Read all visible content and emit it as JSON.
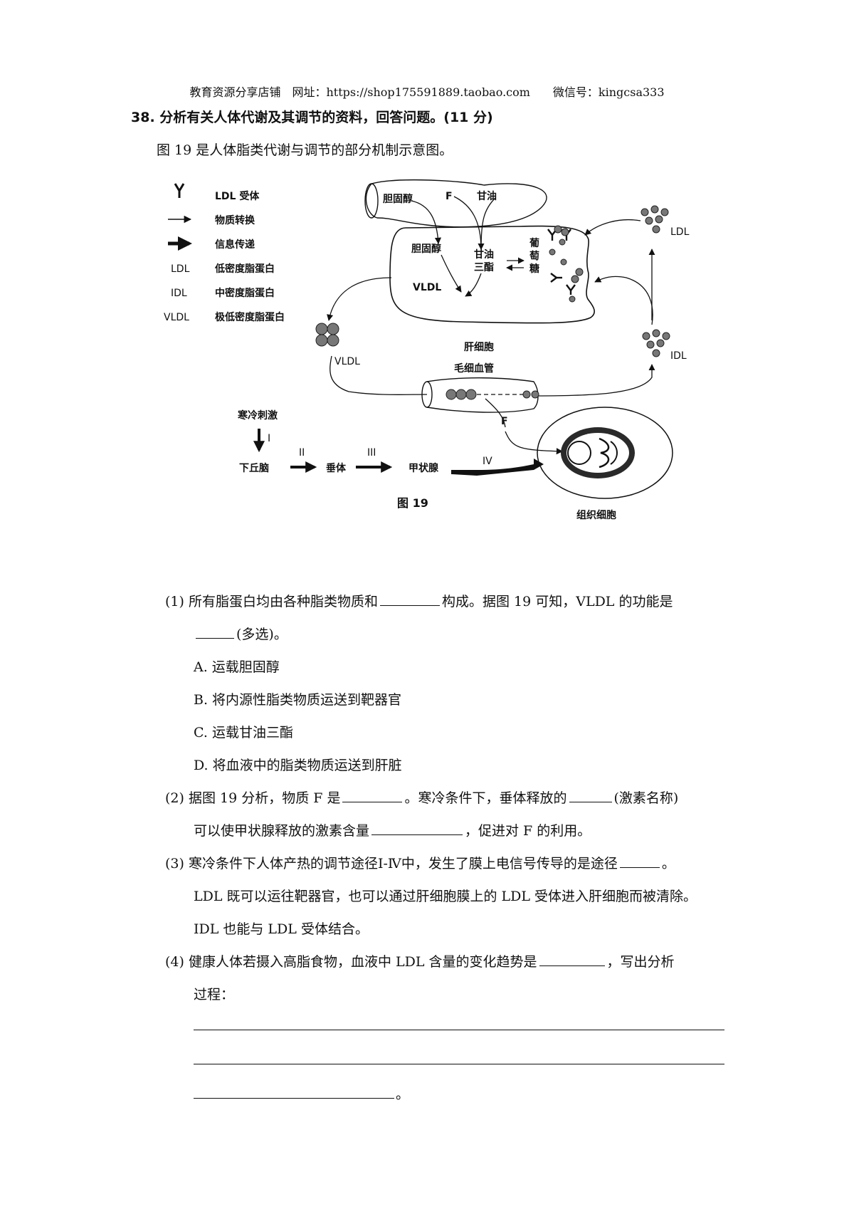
{
  "header": "教育资源分享店铺　网址：https://shop175591889.taobao.com　　微信号：kingcsa333",
  "question": {
    "title": "38. 分析有关人体代谢及其调节的资料，回答问题。(11 分)",
    "intro": "图 19 是人体脂类代谢与调节的部分机制示意图。"
  },
  "figure": {
    "legend": [
      {
        "symbol": "receptor-icon",
        "text": "LDL 受体"
      },
      {
        "symbol": "thin-arrow-icon",
        "text": "物质转换"
      },
      {
        "symbol": "thick-arrow-icon",
        "text": "信息传递"
      },
      {
        "symbol": "LDL",
        "text": "低密度脂蛋白"
      },
      {
        "symbol": "IDL",
        "text": "中密度脂蛋白"
      },
      {
        "symbol": "VLDL",
        "text": "极低密度脂蛋白"
      }
    ],
    "labels": {
      "cholesterol_top": "胆固醇",
      "f_top": "F",
      "glycerol_top": "甘油",
      "cholesterol_in": "胆固醇",
      "tg_line1": "甘油",
      "tg_line2": "三酯",
      "glucose1": "葡",
      "glucose2": "萄",
      "glucose3": "糖",
      "vldl_inner": "VLDL",
      "liver_cell": "肝细胞",
      "ldl": "LDL",
      "vldl": "VLDL",
      "idl": "IDL",
      "capillary": "毛细血管",
      "f_bottom": "F",
      "cold": "寒冷刺激",
      "path1": "I",
      "hypothalamus": "下丘脑",
      "path2": "II",
      "pituitary": "垂体",
      "path3": "III",
      "thyroid": "甲状腺",
      "path4": "IV",
      "tissue_cell": "组织细胞",
      "caption": "图 19"
    }
  },
  "q1": {
    "line1a": "(1) 所有脂蛋白均由各种脂类物质和",
    "line1b": "构成。据图 19 可知，VLDL 的功能是",
    "line2": "(多选)。",
    "options": [
      "A. 运载胆固醇",
      "B. 将内源性脂类物质运送到靶器官",
      "C. 运载甘油三酯",
      "D. 将血液中的脂类物质运送到肝脏"
    ]
  },
  "q2": {
    "line1a": "(2) 据图 19 分析，物质 F 是",
    "line1b": "。寒冷条件下，垂体释放的",
    "line1c": "(激素名称)",
    "line2a": "可以使甲状腺释放的激素含量",
    "line2b": "，促进对 F 的利用。"
  },
  "q3": {
    "line1a": "(3) 寒冷条件下人体产热的调节途径Ⅰ-Ⅳ中，发生了膜上电信号传导的是途径",
    "line1b": "。",
    "line2": "LDL 既可以运往靶器官，也可以通过肝细胞膜上的 LDL 受体进入肝细胞而被清除。",
    "line3": "IDL 也能与 LDL 受体结合。"
  },
  "q4": {
    "line1a": "(4) 健康人体若摄入高脂食物，血液中 LDL 含量的变化趋势是",
    "line1b": "，写出分析",
    "line2": "过程：",
    "end": "。"
  }
}
